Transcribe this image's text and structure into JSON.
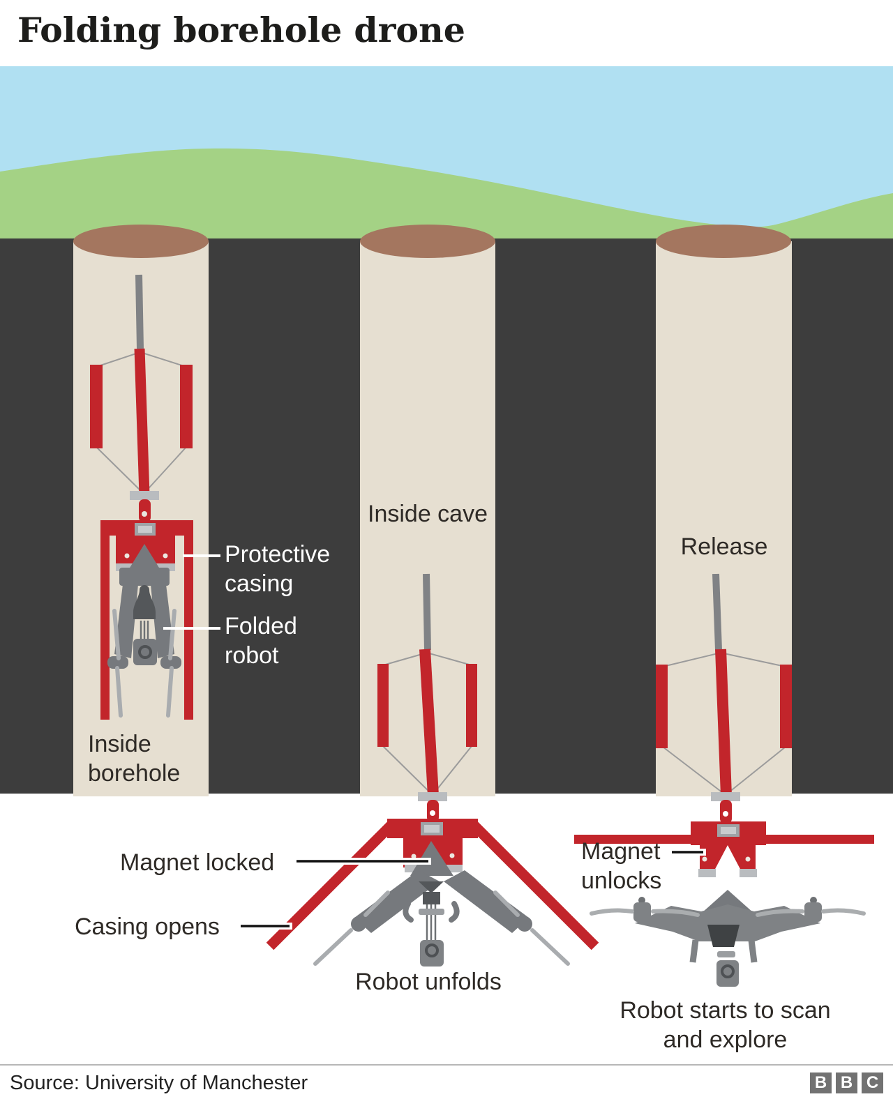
{
  "title": "Folding borehole drone",
  "stages": [
    {
      "label": "Inside borehole"
    },
    {
      "label": "Inside cave"
    },
    {
      "label": "Release"
    }
  ],
  "labels": {
    "protective_casing": "Protective casing",
    "folded_robot": "Folded robot",
    "magnet_locked": "Magnet locked",
    "casing_opens": "Casing opens",
    "robot_unfolds": "Robot unfolds",
    "magnet_unlocks": "Magnet unlocks",
    "robot_scan": "Robot starts to scan and explore"
  },
  "footer": {
    "source": "Source: University of Manchester",
    "logo": [
      "B",
      "B",
      "C"
    ]
  },
  "colors": {
    "red": "#c2252b",
    "sky": "#b0e0f2",
    "grass": "#a4d285",
    "underground": "#3d3d3d",
    "borehole": "#e6dfd1",
    "soil_top": "#a4765f",
    "robot_gray": "#7f8285",
    "text_dark": "#2e2a26"
  }
}
